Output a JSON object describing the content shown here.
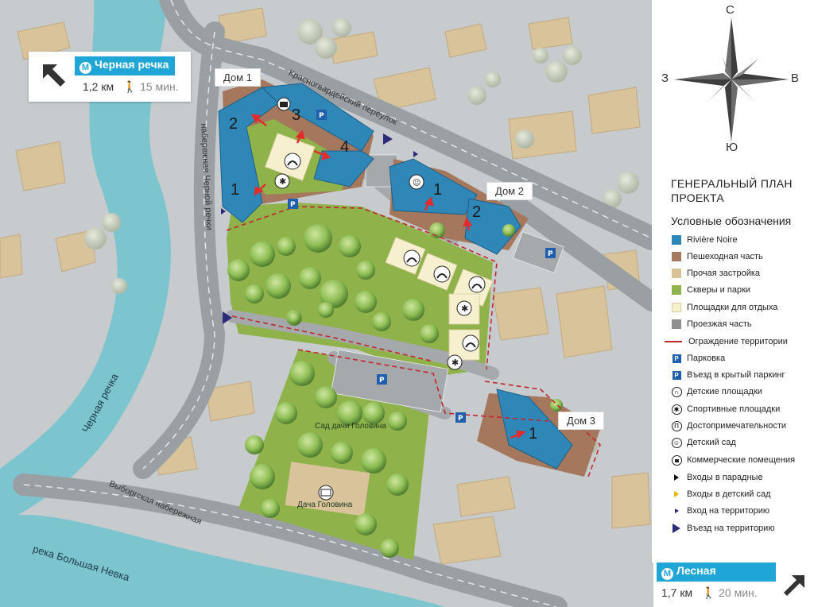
{
  "metro_top": {
    "name": "Черная речка",
    "distance": "1,2 км",
    "walk": "15 мин."
  },
  "metro_bottom": {
    "name": "Лесная",
    "distance": "1,7 км",
    "walk": "20 мин."
  },
  "houses": [
    {
      "label": "Дом 1"
    },
    {
      "label": "Дом 2"
    },
    {
      "label": "Дом 3"
    }
  ],
  "building_numbers": [
    "1",
    "2",
    "3",
    "4",
    "1",
    "2",
    "1"
  ],
  "streets": {
    "krasnogvardeysky": "Красногвардейский переулок",
    "naberezhnaya_chernoy": "набережная Черной речки",
    "vyborgskaya": "Выборгская набережная"
  },
  "rivers": {
    "chernaya": "Черная речка",
    "nevka": "река Большая Невка"
  },
  "park": {
    "garden": "Сад дачи Головина",
    "dacha": "Дача Головина"
  },
  "compass": {
    "north": "С",
    "south": "Ю",
    "west": "З",
    "east": "В"
  },
  "legend": {
    "title": "ГЕНЕРАЛЬНЫЙ ПЛАН ПРОЕКТА",
    "subtitle": "Условные обозначения",
    "items": [
      {
        "label": "Rivière Noire",
        "icon": "blue-square",
        "color": "#2f87b8"
      },
      {
        "label": "Пешеходная часть",
        "icon": "brown-square",
        "color": "#a5775d"
      },
      {
        "label": "Прочая застройка",
        "icon": "tan-square",
        "color": "#d9c39b"
      },
      {
        "label": "Скверы и парки",
        "icon": "green-square",
        "color": "#8fb24a"
      },
      {
        "label": "Площадки для отдыха",
        "icon": "cream-square",
        "color": "#f6f0cf"
      },
      {
        "label": "Проезжая часть",
        "icon": "gray-square",
        "color": "#8f8f8f"
      },
      {
        "label": "Ограждение территории",
        "icon": "red-line",
        "color": "#c0272d"
      },
      {
        "label": "Парковка",
        "icon": "parking-icon",
        "color": "#1f5fae"
      },
      {
        "label": "Въезд в крытый паркинг",
        "icon": "covered-parking-icon",
        "color": "#1f5fae"
      },
      {
        "label": "Детские площадки",
        "icon": "playground-icon",
        "color": "#222222"
      },
      {
        "label": "Спортивные площадки",
        "icon": "sport-icon",
        "color": "#222222"
      },
      {
        "label": "Достопримечательности",
        "icon": "landmark-icon",
        "color": "#222222"
      },
      {
        "label": "Детский сад",
        "icon": "kindergarten-icon",
        "color": "#222222"
      },
      {
        "label": "Коммерческие помещения",
        "icon": "briefcase-icon",
        "color": "#222222"
      },
      {
        "label": "Входы в парадные",
        "icon": "black-triangle",
        "color": "#111111"
      },
      {
        "label": "Входы в детский сад",
        "icon": "yellow-triangle",
        "color": "#e5b500"
      },
      {
        "label": "Вход на территорию",
        "icon": "navy-triangle-small",
        "color": "#2e2a7a"
      },
      {
        "label": "Въезд на территорию",
        "icon": "navy-triangle",
        "color": "#2e2a7a"
      }
    ]
  }
}
